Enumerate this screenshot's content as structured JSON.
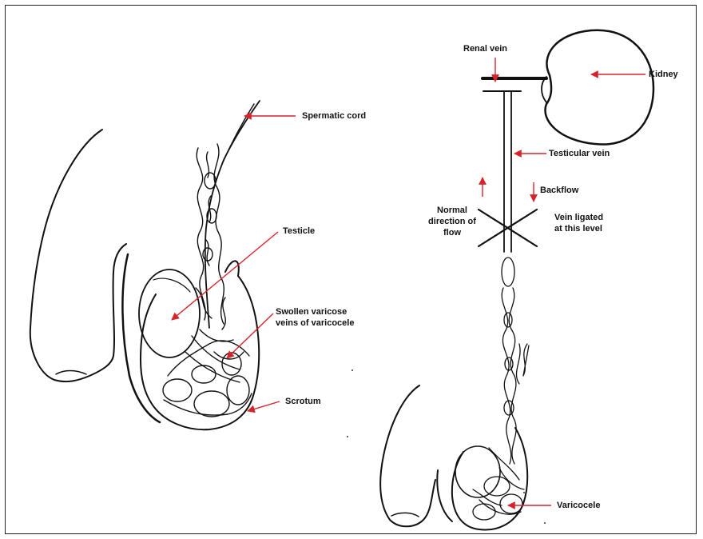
{
  "labels": {
    "spermatic_cord": "Spermatic cord",
    "testicle": "Testicle",
    "swollen_varicose_1": "Swollen varicose",
    "swollen_varicose_2": "veins of varicocele",
    "scrotum": "Scrotum",
    "renal_vein": "Renal vein",
    "kidney": "Kidney",
    "testicular_vein": "Testicular vein",
    "backflow": "Backflow",
    "normal_1": "Normal",
    "normal_2": "direction of",
    "normal_3": "flow",
    "ligated_1": "Vein ligated",
    "ligated_2": "at this level",
    "varicocele": "Varicocele"
  },
  "colors": {
    "arrow": "#d8232a",
    "ink": "#111111",
    "border": "#222222"
  }
}
